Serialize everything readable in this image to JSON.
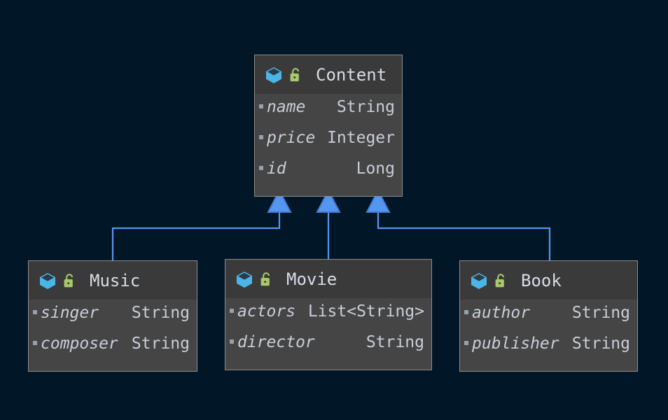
{
  "diagram": {
    "type": "uml-class-diagram",
    "background_color": "#011627",
    "class_box_header_color": "#3a3a3a",
    "class_box_body_color": "#454545",
    "class_box_border_color": "#8d8d8d",
    "edge_color": "#5596f0",
    "class_icon_color": "#4cb5e8",
    "visibility_icon_color": "#a8c96a",
    "text_color": "#c9ced6"
  },
  "classes": [
    {
      "id": "content",
      "name": "Content",
      "icon": "class-cube-icon",
      "visibility_icon": "unlocked-padlock-icon",
      "visibility": "public",
      "attributes": [
        {
          "name": "name",
          "type": "String"
        },
        {
          "name": "price",
          "type": "Integer"
        },
        {
          "name": "id",
          "type": "Long"
        }
      ]
    },
    {
      "id": "music",
      "name": "Music",
      "icon": "class-cube-icon",
      "visibility_icon": "unlocked-padlock-icon",
      "visibility": "public",
      "attributes": [
        {
          "name": "singer",
          "type": "String"
        },
        {
          "name": "composer",
          "type": "String"
        }
      ]
    },
    {
      "id": "movie",
      "name": "Movie",
      "icon": "class-cube-icon",
      "visibility_icon": "unlocked-padlock-icon",
      "visibility": "public",
      "attributes": [
        {
          "name": "actors",
          "type": "List<String>"
        },
        {
          "name": "director",
          "type": "String"
        }
      ]
    },
    {
      "id": "book",
      "name": "Book",
      "icon": "class-cube-icon",
      "visibility_icon": "unlocked-padlock-icon",
      "visibility": "public",
      "attributes": [
        {
          "name": "author",
          "type": "String"
        },
        {
          "name": "publisher",
          "type": "String"
        }
      ]
    }
  ],
  "relationships": [
    {
      "from": "music",
      "to": "content",
      "kind": "generalization"
    },
    {
      "from": "movie",
      "to": "content",
      "kind": "generalization"
    },
    {
      "from": "book",
      "to": "content",
      "kind": "generalization"
    }
  ]
}
